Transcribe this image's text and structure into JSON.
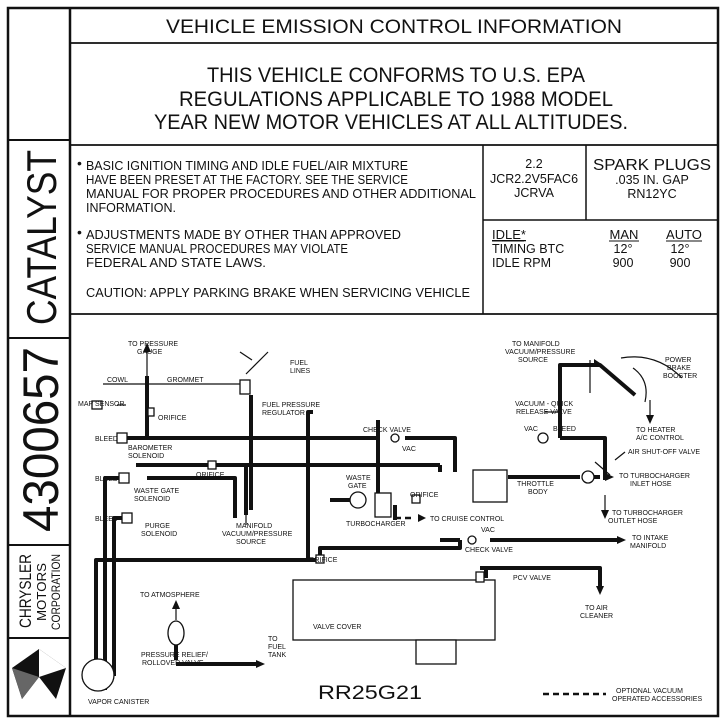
{
  "title": "VEHICLE EMISSION CONTROL INFORMATION",
  "conformance": [
    "THIS VEHICLE CONFORMS TO U.S. EPA",
    "REGULATIONS APPLICABLE TO 1988 MODEL",
    "YEAR NEW MOTOR VEHICLES AT ALL ALTITUDES."
  ],
  "side": {
    "catalyst": "CATALYST",
    "part_number": "4300657",
    "manufacturer": [
      "CHRYSLER",
      "MOTORS",
      "CORPORATION"
    ]
  },
  "notes": [
    "BASIC IGNITION TIMING AND IDLE FUEL/AIR MIXTURE",
    "HAVE BEEN PRESET AT THE FACTORY. SEE THE SERVICE",
    "MANUAL FOR PROPER PROCEDURES AND OTHER ADDITIONAL",
    "INFORMATION.",
    "ADJUSTMENTS MADE BY OTHER THAN APPROVED",
    "SERVICE MANUAL PROCEDURES MAY VIOLATE",
    "FEDERAL AND STATE LAWS.",
    "CAUTION: APPLY PARKING BRAKE WHEN SERVICING VEHICLE"
  ],
  "engine": {
    "displacement": "2.2",
    "code1": "JCR2.2V5FAC6",
    "code2": "JCRVA"
  },
  "spark_plugs": {
    "heading": "SPARK PLUGS",
    "gap": ".035 IN. GAP",
    "plug": "RN12YC"
  },
  "idle_table": {
    "heading": "IDLE*",
    "col_man": "MAN",
    "col_auto": "AUTO",
    "rows": [
      {
        "label": "TIMING BTC",
        "man": "12°",
        "auto": "12°"
      },
      {
        "label": "IDLE RPM",
        "man": "900",
        "auto": "900"
      }
    ]
  },
  "diagram": {
    "labels": {
      "to_pressure_gauge": [
        "TO PRESSURE",
        "GAUGE"
      ],
      "cowl": "COWL",
      "grommet": "GROMMET",
      "fuel_lines": [
        "FUEL",
        "LINES"
      ],
      "fuel_pressure_regulator": [
        "FUEL PRESSURE",
        "REGULATOR"
      ],
      "map_sensor": "MAP SENSOR",
      "orifice_1": "ORIFICE",
      "bleed_1": "BLEED",
      "barometer_solenoid": [
        "BAROMETER",
        "SOLENOID"
      ],
      "orifice_2": "ORIFICE",
      "bleed_2": "BLEED",
      "waste_gate_solenoid": [
        "WASTE GATE",
        "SOLENOID"
      ],
      "bleed_3": "BLEED",
      "purge_solenoid": [
        "PURGE",
        "SOLENOID"
      ],
      "manifold_source": [
        "MANIFOLD",
        "VACUUM/PRESSURE",
        "SOURCE"
      ],
      "check_valve_1": "CHECK VALVE",
      "vac_1": "VAC",
      "waste_gate": [
        "WASTE",
        "GATE"
      ],
      "orifice_3": "ORIFICE",
      "turbocharger": "TURBOCHARGER",
      "to_cruise_control": "TO CRUISE CONTROL",
      "to_manifold_source": [
        "TO MANIFOLD",
        "VACUUM/PRESSURE",
        "SOURCE"
      ],
      "power_brake_booster": [
        "POWER",
        "BRAKE",
        "BOOSTER"
      ],
      "vacuum_quick_release": [
        "VACUUM - QUICK",
        "RELEASE VALVE"
      ],
      "vac_2": "VAC",
      "bleed_4": "BLEED",
      "to_heater": [
        "TO HEATER",
        "A/C CONTROL"
      ],
      "air_shutoff_valve": "AIR SHUT-OFF VALVE",
      "throttle_body": [
        "THROTTLE",
        "BODY"
      ],
      "to_turbo_inlet": [
        "TO TURBOCHARGER",
        "INLET HOSE"
      ],
      "to_turbo_outlet": [
        "TO TURBOCHARGER",
        "OUTLET HOSE"
      ],
      "vac_3": "VAC",
      "check_valve_2": "CHECK VALVE",
      "to_intake_manifold": [
        "TO INTAKE",
        "MANIFOLD"
      ],
      "orifice_4": "ORIFICE",
      "pcv_valve": "PCV VALVE",
      "to_atmosphere": "TO ATMOSPHERE",
      "valve_cover": "VALVE COVER",
      "to_air_cleaner": [
        "TO AIR",
        "CLEANER"
      ],
      "pressure_relief": [
        "PRESSURE RELIEF/",
        "ROLLOVER VALVE"
      ],
      "to_fuel_tank": [
        "TO",
        "FUEL",
        "TANK"
      ],
      "vapor_canister": "VAPOR CANISTER",
      "optional_vacuum": [
        "OPTIONAL VACUUM",
        "OPERATED ACCESSORIES"
      ]
    }
  },
  "label_code": "RR25G21"
}
